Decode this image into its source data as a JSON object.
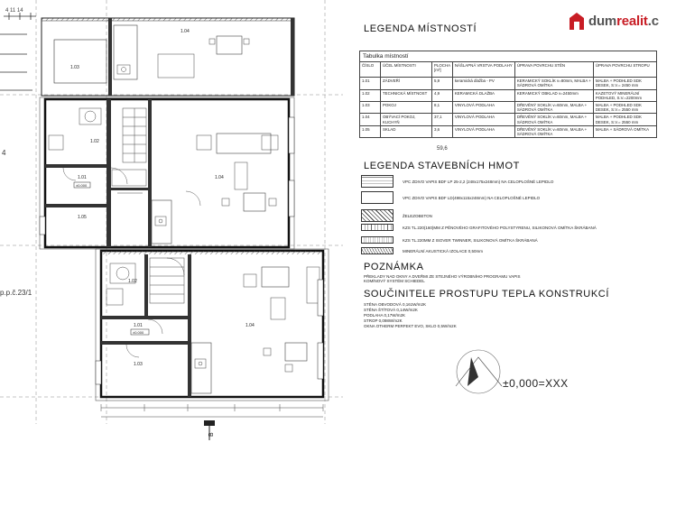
{
  "brand": {
    "name_dark": "dum",
    "name_accent": "realit",
    "name_tail": ".c",
    "accent_color": "#c81d25"
  },
  "left_edge": {
    "top_marks": "4 11 14",
    "side_label": "4",
    "parcel": "p.p.č.23/1"
  },
  "plan": {
    "upper_unit": {
      "rooms": [
        "1.04",
        "1.03",
        "1.02",
        "1.01",
        "1.05",
        "1.04"
      ],
      "level_box": "±0.000"
    },
    "lower_unit": {
      "rooms": [
        "1.02",
        "1.01",
        "1.03",
        "1.04"
      ],
      "level_box": "±0.000"
    },
    "section_mark": "B"
  },
  "legend_rooms": {
    "title": "LEGENDA MÍSTNOSTÍ",
    "caption": "Tabulka místností",
    "headers": [
      "ČÍSLO",
      "ÚČEL MÍSTNOSTI",
      "PLOCHA [m²]",
      "NÁŠLAPNÁ VRSTVA PODLAHY",
      "ÚPRAVA POVRCHU STĚN",
      "ÚPRAVA POVRCHU STROPU"
    ],
    "rows": [
      {
        "no": "1.01",
        "use": "ZÁDVEŘÍ",
        "area": "5,9",
        "floor": "keramická dlažba - PV",
        "walls": "KERAMICKÝ SOKLÍK v=80mm, MALBA + SÁDROVÁ OMÍTKA",
        "ceiling": "MALBA + PODHLED SDK DESEK, S.V.= 2450 mm"
      },
      {
        "no": "1.02",
        "use": "TECHNICKÁ MÍSTNOST",
        "area": "4,9",
        "floor": "KERAMICKÁ DLAŽBA",
        "walls": "KERAMICKÝ OBKLAD v=2450mm",
        "ceiling": "KAZETOVÝ MINERÁLNÍ PODHLED, S.V.=2200mm"
      },
      {
        "no": "1.03",
        "use": "POKOJ",
        "area": "8,1",
        "floor": "VINYLOVÁ PODLAHA",
        "walls": "DŘEVĚNÝ SOKLÍK v=60mm, MALBA + SÁDROVÁ OMÍTKA",
        "ceiling": "MALBA + PODHLED SDK DESEK, S.V.= 2550 mm"
      },
      {
        "no": "1.04",
        "use": "OBÝVACÍ POKOJ, KUCHYŇ",
        "area": "37,1",
        "floor": "VINYLOVÁ PODLAHA",
        "walls": "DŘEVĚNÝ SOKLÍK v=60mm, MALBA + SÁDROVÁ OMÍTKA",
        "ceiling": "MALBA + PODHLED SDK DESEK, S.V.= 2550 mm"
      },
      {
        "no": "1.05",
        "use": "SKLAD",
        "area": "3,6",
        "floor": "VINYLOVÁ PODLAHA",
        "walls": "DŘEVĚNÝ SOKLÍK v=60mm, MALBA + SÁDROVÁ OMÍTKA",
        "ceiling": "MALBA + SÁDROVÁ OMÍTKA"
      }
    ],
    "total": "59,6"
  },
  "legend_materials": {
    "title": "LEGENDA STAVEBNÍCH HMOT",
    "items": [
      {
        "label": "VPC ZDIVO VAPIS BDF LP 25-2,2 (248x175x248mm) NA CELOPLOŠNÉ LEPIDLO",
        "pattern": "brick"
      },
      {
        "label": "VPC ZDIVO VAPIS BDF LD(498x115x248mm) NA CELOPLOŠNÉ LEPIDLO",
        "pattern": "empty"
      },
      {
        "label": "ŽELEZOBETON",
        "pattern": "hatch"
      },
      {
        "label": "KZS TL.220(160)MM Z PĚNOVÉHO GRAFITOVÉHO POLYSTYRENU, SILIKONOVÁ OMÍTKA ŠKRÁBANÁ",
        "pattern": "insul"
      },
      {
        "label": "KZS TL.220MM Z ISOVER TWINNER, SILIKONOVÁ OMÍTKA ŠKRÁBANÁ",
        "pattern": "wool"
      },
      {
        "label": "MINERÁLNÍ AKUSTICKÁ IZOLACE 0,50mm",
        "pattern": "zigzag"
      }
    ]
  },
  "note": {
    "title": "POZNÁMKA",
    "lines": [
      "PŘEKLADY NAD OKNY A DVEŘMI ZE STEJNÉHO VÝROBNÍHO PROGRAMU VAPIS",
      "KOMÍNOVÝ SYSTÉM SCHIEDEL"
    ]
  },
  "thermal": {
    "title": "SOUČINITELE PROSTUPU TEPLA KONSTRUKCÍ",
    "lines": [
      "STĚNA OBVODOVÁ  0,161W/m2K",
      "STĚNA ŠTÍTOVÁ  0,14W/m2K",
      "PODLAHA  0,17W/m2K",
      "STROP  0,098W/m2K",
      "OKNA  OTHERM PERFEKT EVO, SKLO 0,5W/m2K"
    ]
  },
  "level_mark": "±0,000=XXX"
}
